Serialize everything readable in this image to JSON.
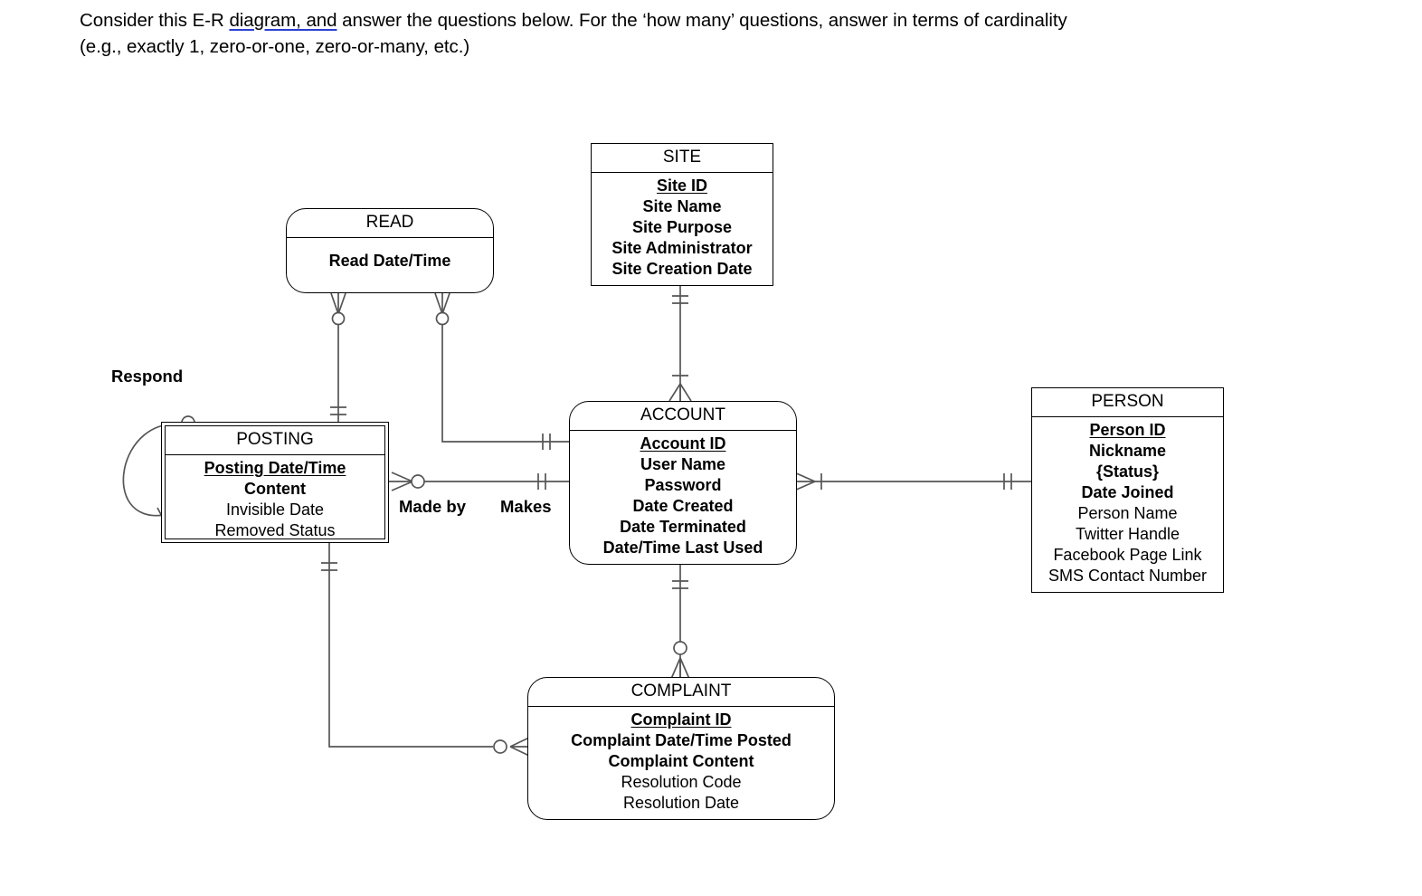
{
  "prompt": {
    "line1_before": "Consider this E-R ",
    "line1_underlined": "diagram, and",
    "line1_after": " answer the questions below.  For the ‘how many’ questions, answer in terms of cardinality",
    "line2": "(e.g., exactly 1, zero-or-one, zero-or-many, etc.)",
    "underline_color": "#2a3fd4"
  },
  "diagram": {
    "type": "entity-relationship",
    "notation": "crow's foot",
    "entities": [
      {
        "id": "site",
        "title": "SITE",
        "shape": "square",
        "attributes": [
          {
            "label": "Site ID",
            "style": "key"
          },
          {
            "label": "Site Name",
            "style": "bold"
          },
          {
            "label": "Site Purpose",
            "style": "bold"
          },
          {
            "label": "Site Administrator",
            "style": "bold"
          },
          {
            "label": "Site Creation Date",
            "style": "bold"
          }
        ]
      },
      {
        "id": "read",
        "title": "READ",
        "shape": "rounded",
        "attributes": [
          {
            "label": "Read Date/Time",
            "style": "bold"
          }
        ]
      },
      {
        "id": "posting",
        "title": "POSTING",
        "shape": "weak",
        "attributes": [
          {
            "label": "Posting Date/Time",
            "style": "key"
          },
          {
            "label": "Content",
            "style": "bold"
          },
          {
            "label": "Invisible Date",
            "style": "normal"
          },
          {
            "label": "Removed Status",
            "style": "normal"
          }
        ]
      },
      {
        "id": "account",
        "title": "ACCOUNT",
        "shape": "rounded",
        "attributes": [
          {
            "label": "Account ID",
            "style": "key"
          },
          {
            "label": "User Name",
            "style": "bold"
          },
          {
            "label": "Password",
            "style": "bold"
          },
          {
            "label": "Date Created",
            "style": "bold"
          },
          {
            "label": "Date Terminated",
            "style": "bold"
          },
          {
            "label": "Date/Time Last Used",
            "style": "bold"
          }
        ]
      },
      {
        "id": "person",
        "title": "PERSON",
        "shape": "square",
        "attributes": [
          {
            "label": "Person ID",
            "style": "key"
          },
          {
            "label": "Nickname",
            "style": "bold"
          },
          {
            "label": "{Status}",
            "style": "bold"
          },
          {
            "label": "Date Joined",
            "style": "bold"
          },
          {
            "label": "Person Name",
            "style": "normal"
          },
          {
            "label": "Twitter Handle",
            "style": "normal"
          },
          {
            "label": "Facebook Page Link",
            "style": "normal"
          },
          {
            "label": "SMS Contact Number",
            "style": "normal"
          }
        ]
      },
      {
        "id": "complaint",
        "title": "COMPLAINT",
        "shape": "rounded",
        "attributes": [
          {
            "label": "Complaint ID",
            "style": "key"
          },
          {
            "label": "Complaint Date/Time Posted",
            "style": "bold"
          },
          {
            "label": "Complaint Content",
            "style": "bold"
          },
          {
            "label": "Resolution Code",
            "style": "normal"
          },
          {
            "label": "Resolution Date",
            "style": "normal"
          }
        ]
      }
    ],
    "relationship_labels": [
      {
        "id": "respond",
        "label": "Respond"
      },
      {
        "id": "made-by",
        "label": "Made by"
      },
      {
        "id": "makes",
        "label": "Makes"
      }
    ],
    "relationships": [
      {
        "id": "site-account",
        "from": "SITE",
        "to": "ACCOUNT",
        "from_cardinality": "exactly one",
        "to_cardinality": "one-or-many"
      },
      {
        "id": "read-posting",
        "from": "READ",
        "to": "POSTING",
        "from_cardinality": "zero-or-many",
        "to_cardinality": "exactly one"
      },
      {
        "id": "read-account",
        "from": "READ",
        "to": "ACCOUNT",
        "from_cardinality": "zero-or-many",
        "to_cardinality": "exactly one"
      },
      {
        "id": "posting-account",
        "from": "POSTING",
        "to": "ACCOUNT",
        "label_from": "Made by",
        "label_to": "Makes",
        "from_cardinality": "zero-or-many",
        "to_cardinality": "exactly one"
      },
      {
        "id": "account-person",
        "from": "ACCOUNT",
        "to": "PERSON",
        "from_cardinality": "one-or-many",
        "to_cardinality": "exactly one"
      },
      {
        "id": "account-complaint",
        "from": "ACCOUNT",
        "to": "COMPLAINT",
        "from_cardinality": "exactly one",
        "to_cardinality": "zero-or-many"
      },
      {
        "id": "posting-complaint",
        "from": "POSTING",
        "to": "COMPLAINT",
        "from_cardinality": "exactly one",
        "to_cardinality": "zero-or-many"
      },
      {
        "id": "posting-respond",
        "from": "POSTING",
        "to": "POSTING",
        "label": "Respond",
        "from_cardinality": "zero-or-many",
        "to_cardinality": "exactly one"
      }
    ]
  }
}
